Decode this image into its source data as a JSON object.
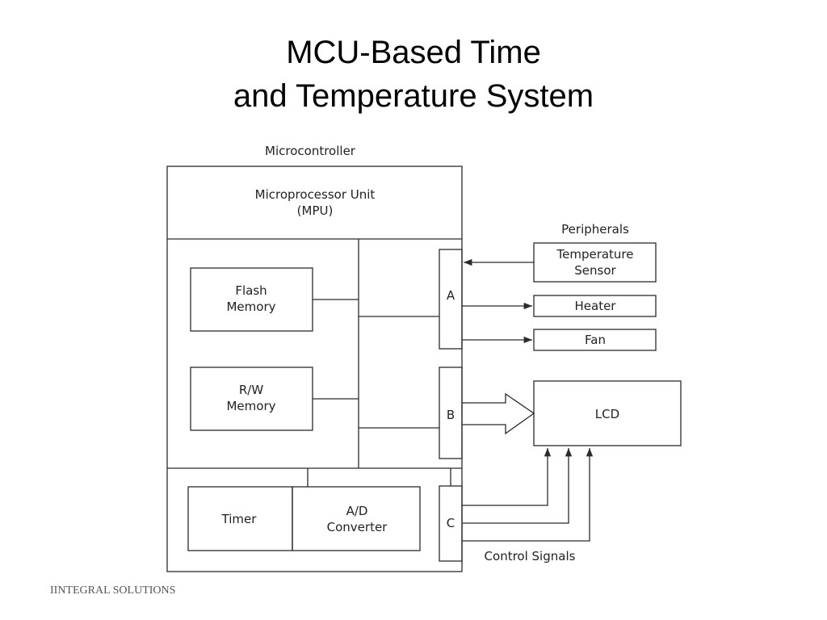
{
  "slide": {
    "title_line1": "MCU-Based Time",
    "title_line2": "and Temperature System",
    "footer": "IINTEGRAL SOLUTIONS"
  },
  "diagram": {
    "microcontroller_label": "Microcontroller",
    "mpu_line1": "Microprocessor Unit",
    "mpu_line2": "(MPU)",
    "flash_line1": "Flash",
    "flash_line2": "Memory",
    "rw_line1": "R/W",
    "rw_line2": "Memory",
    "timer": "Timer",
    "adc_line1": "A/D",
    "adc_line2": "Converter",
    "port_a": "A",
    "port_b": "B",
    "port_c": "C",
    "peripherals_label": "Peripherals",
    "temp_line1": "Temperature",
    "temp_line2": "Sensor",
    "heater": "Heater",
    "fan": "Fan",
    "lcd": "LCD",
    "control_signals": "Control Signals"
  },
  "colors": {
    "line": "#2b2b2b",
    "text": "#222222"
  }
}
